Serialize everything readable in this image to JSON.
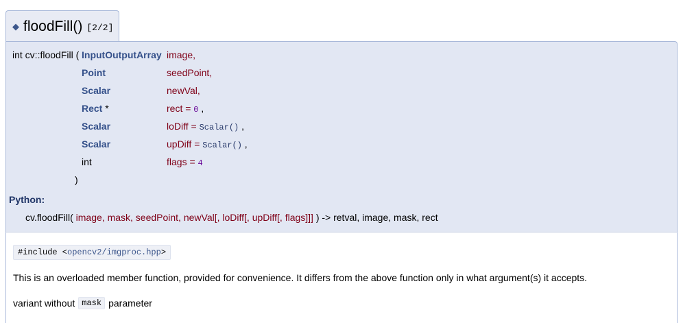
{
  "header": {
    "function_name": "floodFill()",
    "overload": "[2/2]"
  },
  "prototype": {
    "return_and_name": "int cv::floodFill (",
    "params": [
      {
        "type": "InputOutputArray",
        "type_suffix": "",
        "name": "image,",
        "default_prefix": "",
        "default_value": "",
        "default_suffix": ""
      },
      {
        "type": "Point",
        "type_suffix": "",
        "name": "seedPoint,",
        "default_prefix": "",
        "default_value": "",
        "default_suffix": ""
      },
      {
        "type": "Scalar",
        "type_suffix": "",
        "name": "newVal,",
        "default_prefix": "",
        "default_value": "",
        "default_suffix": ""
      },
      {
        "type": "Rect",
        "type_suffix": " *",
        "name": "rect = ",
        "default_value": "0",
        "default_suffix": " ,"
      },
      {
        "type": "Scalar",
        "type_suffix": "",
        "name": "loDiff = ",
        "default_value": "Scalar()",
        "default_suffix": " ,"
      },
      {
        "type": "Scalar",
        "type_suffix": "",
        "name": "upDiff = ",
        "default_value": "Scalar()",
        "default_suffix": " ,"
      },
      {
        "type": "int",
        "type_suffix": "",
        "name": "flags = ",
        "default_value": "4",
        "default_suffix": ""
      }
    ],
    "close_paren": ")"
  },
  "python": {
    "label": "Python:",
    "func": "cv.floodFill(",
    "args": " image, mask, seedPoint, newVal[, loDiff[, upDiff[, flags]]] ",
    "returns": ") -> retval, image, mask, rect"
  },
  "description": {
    "include_prefix": "#include <",
    "include_path": "opencv2/imgproc.hpp",
    "include_suffix": ">",
    "paragraph1": "This is an overloaded member function, provided for convenience. It differs from the above function only in what argument(s) it accepts.",
    "paragraph2_prefix": "variant without",
    "paragraph2_code": "mask",
    "paragraph2_suffix": "parameter"
  }
}
